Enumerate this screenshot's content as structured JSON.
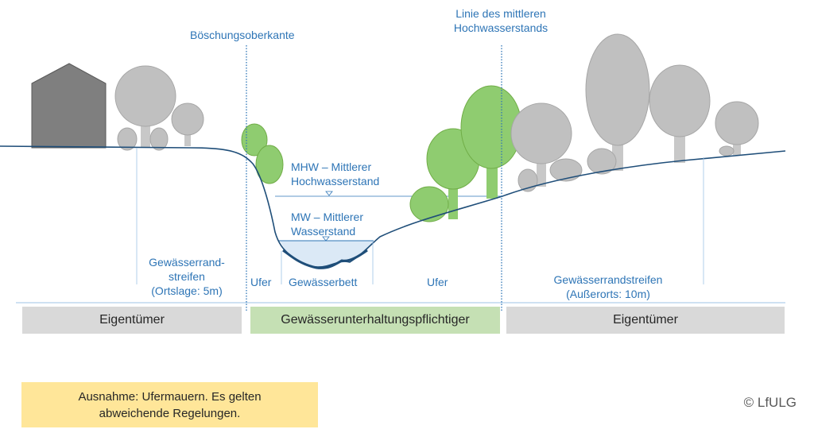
{
  "labels": {
    "boeschungsoberkante": "Böschungsoberkante",
    "mhw_line1": "Linie des mittleren",
    "mhw_line2": "Hochwasserstands",
    "mhw1": "MHW – Mittlerer",
    "mhw2": "Hochwasserstand",
    "mw1": "MW – Mittlerer",
    "mw2": "Wasserstand",
    "rand_left1": "Gewässerrand-",
    "rand_left2": "streifen",
    "rand_left3": "(Ortslage: 5m)",
    "ufer_left": "Ufer",
    "gewaesserbett": "Gewässerbett",
    "ufer_right": "Ufer",
    "rand_right1": "Gewässerrandstreifen",
    "rand_right2": "(Außerorts: 10m)"
  },
  "bars": {
    "left": "Eigentümer",
    "middle": "Gewässerunterhaltungspflichtiger",
    "right": "Eigentümer"
  },
  "note": {
    "line1": "Ausnahme: Ufermauern. Es gelten",
    "line2": "abweichende Regelungen."
  },
  "copyright": "© LfULG",
  "colors": {
    "label_blue": "#2e75b6",
    "gray_bar": "#d9d9d9",
    "green_bar": "#c5e0b4",
    "note_yellow": "#ffe699",
    "tree_gray": "#c0c0c0",
    "tree_green": "#8fcc70",
    "water": "#dbe9f6"
  }
}
